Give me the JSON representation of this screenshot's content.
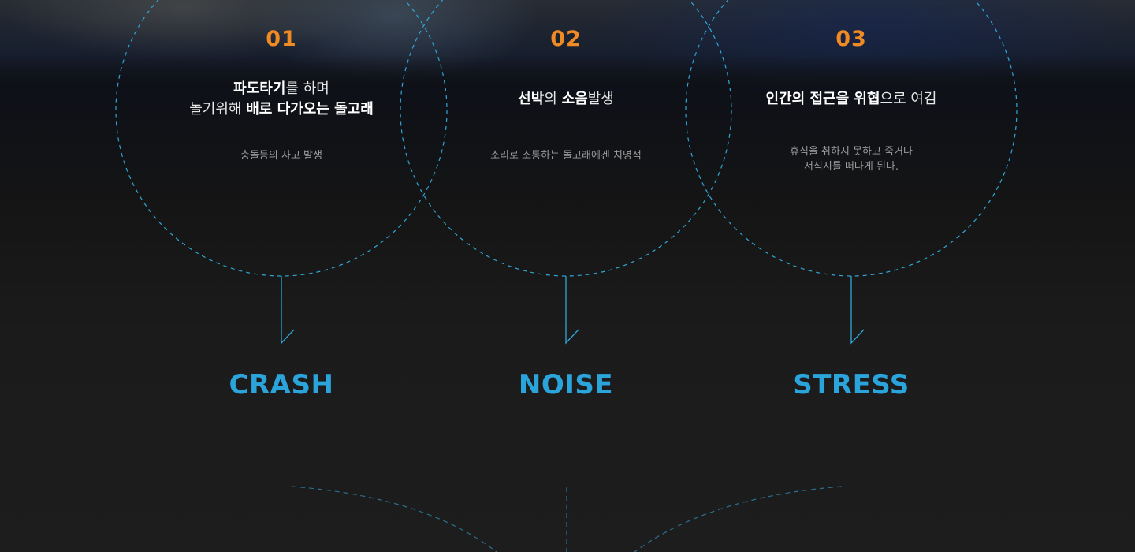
{
  "items": [
    {
      "number": "01",
      "headline_parts": [
        {
          "text": "파도타기",
          "bold": true
        },
        {
          "text": "를 하며",
          "bold": false
        },
        {
          "text": "\n",
          "bold": false
        },
        {
          "text": "놀기위해 ",
          "bold": false
        },
        {
          "text": "배로 다가오는 돌고래",
          "bold": true
        }
      ],
      "description": "충돌등의 사고 발생",
      "keyword": "CRASH"
    },
    {
      "number": "02",
      "headline_parts": [
        {
          "text": "선박",
          "bold": true
        },
        {
          "text": "의 ",
          "bold": false
        },
        {
          "text": "소음",
          "bold": true
        },
        {
          "text": "발생",
          "bold": false
        }
      ],
      "description": "소리로 소통하는 돌고래에겐 치명적",
      "keyword": "NOISE"
    },
    {
      "number": "03",
      "headline_parts": [
        {
          "text": "인간의 접근을 위협",
          "bold": true
        },
        {
          "text": "으로 여김",
          "bold": false
        }
      ],
      "description": "휴식을 취하지 못하고 죽거나\n서식지를 떠나게 된다.",
      "keyword": "STRESS"
    }
  ],
  "colors": {
    "accent_orange": "#f08a24",
    "accent_blue": "#2ba4dc",
    "dashed_line": "#2fa6d6"
  },
  "icons": [
    "down-arrow-connector"
  ]
}
